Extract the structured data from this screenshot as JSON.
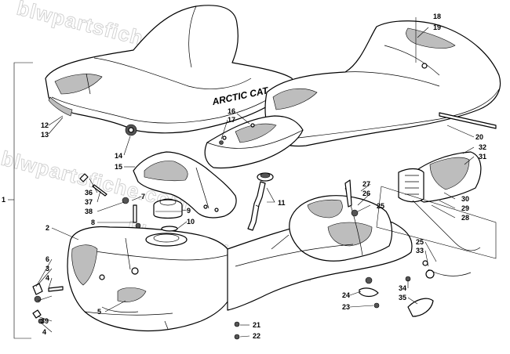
{
  "watermark": "blwpartsfiche.com",
  "logo_text": "ARCTIC CAT",
  "labels": {
    "l1": "1",
    "l2": "2",
    "l3": "3",
    "l4a": "4",
    "l4b": "4",
    "l5": "5",
    "l6": "6",
    "l7": "7",
    "l8": "8",
    "l9": "9",
    "l10": "10",
    "l11": "11",
    "l12": "12",
    "l13": "13",
    "l14": "14",
    "l15": "15",
    "l16": "16",
    "l17": "17",
    "l18": "18",
    "l19": "19",
    "l20": "20",
    "l21": "21",
    "l22": "22",
    "l23": "23",
    "l24": "24",
    "l25a": "25",
    "l25b": "25",
    "l26": "26",
    "l27": "27",
    "l28": "28",
    "l29": "29",
    "l30": "30",
    "l31": "31",
    "l32": "32",
    "l33": "33",
    "l34": "34",
    "l35": "35",
    "l36": "36",
    "l37": "37",
    "l38": "38",
    "l39": "39"
  }
}
